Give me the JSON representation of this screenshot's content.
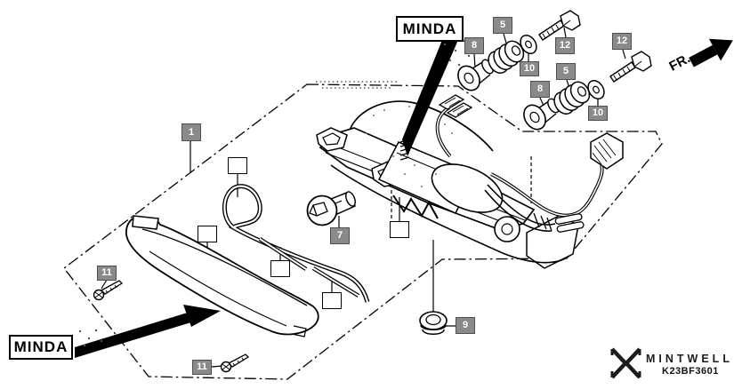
{
  "diagram": {
    "oem_label_top": "MINDA",
    "oem_label_bottom": "MINDA",
    "direction_label": "FR.",
    "brand": "MINTWELL",
    "fig_code": "K23BF3601"
  },
  "callouts": {
    "n1": "1",
    "n5a": "5",
    "n5b": "5",
    "n7": "7",
    "n8a": "8",
    "n8b": "8",
    "n9": "9",
    "n10a": "10",
    "n10b": "10",
    "n11a": "11",
    "n11b": "11",
    "n12a": "12",
    "n12b": "12"
  },
  "colors": {
    "background": "#ffffff",
    "line": "#000000",
    "callout_bg": "#8a8a8a",
    "callout_border": "#4f4f4f",
    "callout_text": "#ffffff"
  }
}
